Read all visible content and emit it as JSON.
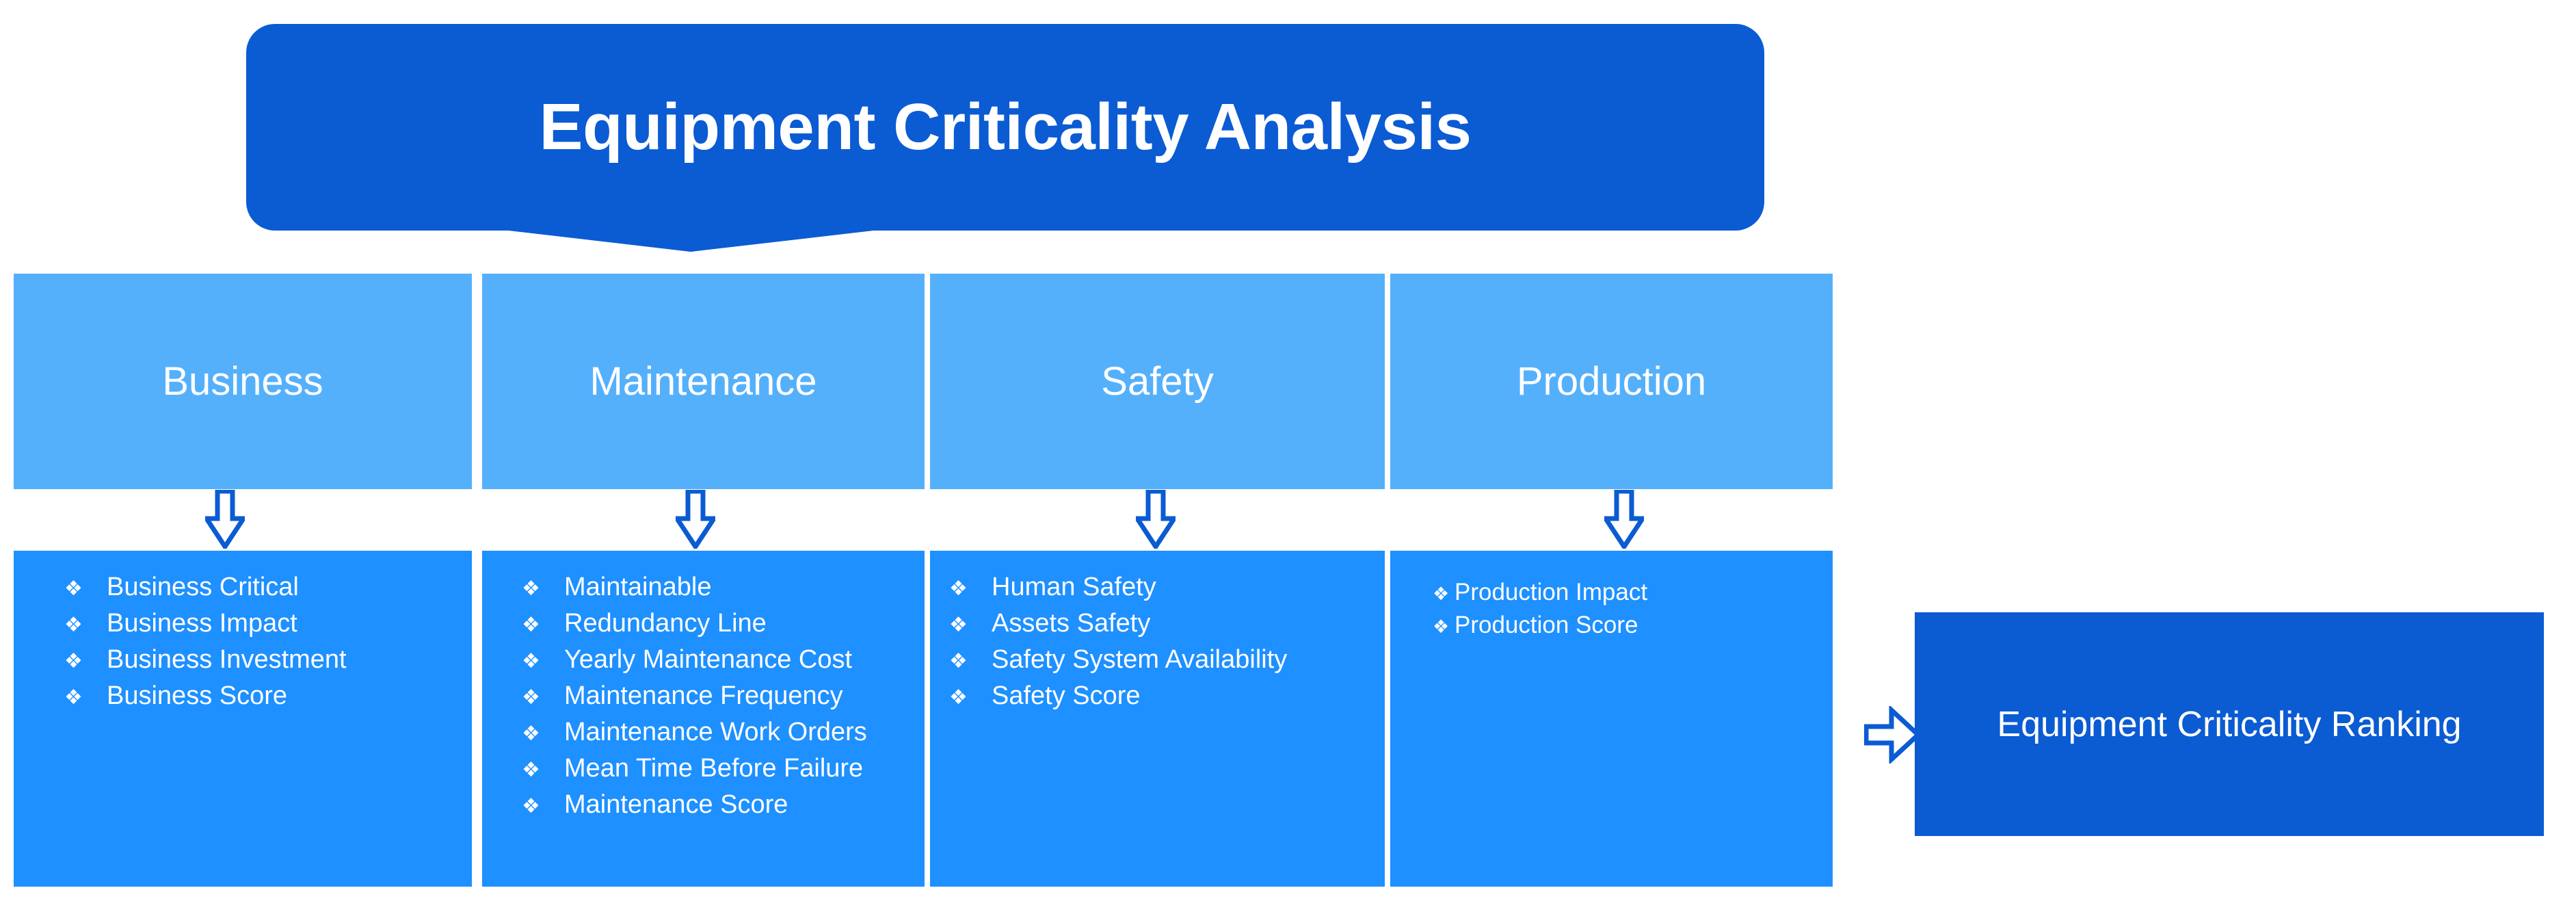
{
  "banner": {
    "title": "Equipment Criticality Analysis",
    "color": "#0B5BD3"
  },
  "colors": {
    "dark_blue": "#0B5BD3",
    "header_blue": "#55B0FC",
    "list_blue": "#1E90FF",
    "arrow_outline": "#0B5BD3",
    "text_white": "#FFFFFF"
  },
  "bullet_glyph": "❖",
  "columns": [
    {
      "header": "Business",
      "items": [
        "Business Critical",
        "Business Impact",
        "Business Investment",
        "Business Score"
      ]
    },
    {
      "header": "Maintenance",
      "items": [
        "Maintainable",
        "Redundancy Line",
        "Yearly Maintenance Cost",
        "Maintenance Frequency",
        "Maintenance Work Orders",
        "Mean Time Before Failure",
        "Maintenance Score"
      ]
    },
    {
      "header": "Safety",
      "items": [
        "Human Safety",
        "Assets Safety",
        "Safety System Availability",
        "Safety Score"
      ]
    },
    {
      "header": "Production",
      "items": [
        "Production Impact",
        "Production Score"
      ]
    }
  ],
  "result": {
    "label": "Equipment Criticality Ranking"
  }
}
